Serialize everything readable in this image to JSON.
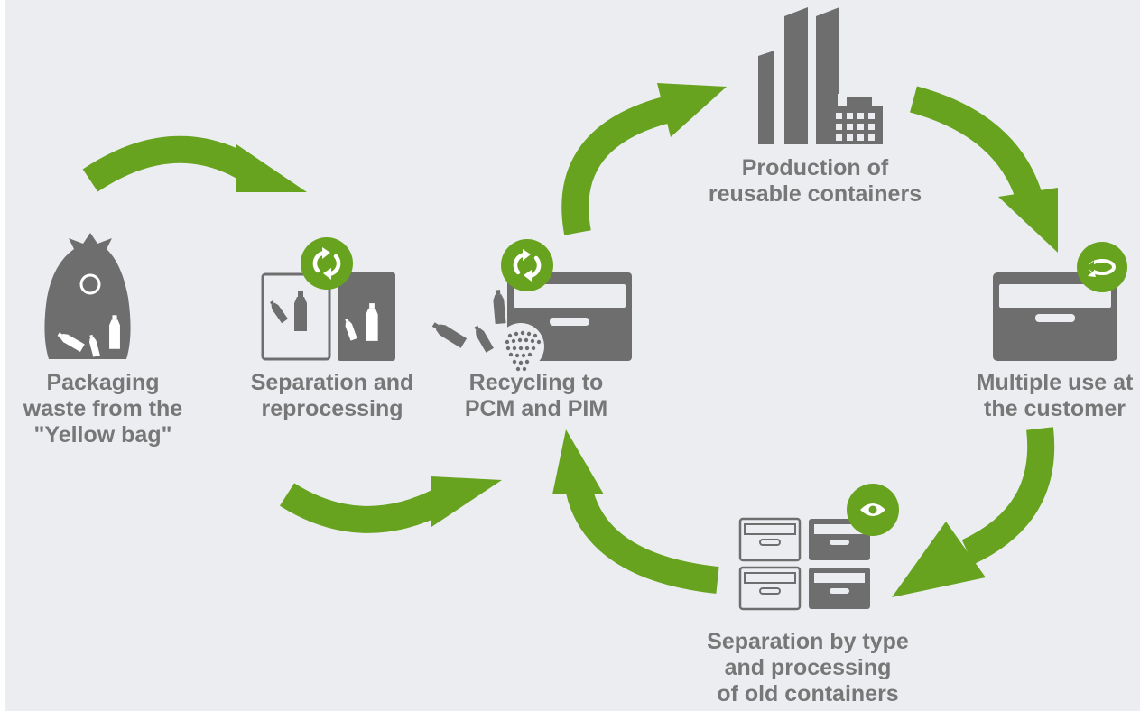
{
  "colors": {
    "background": "#ebedf1",
    "accent_green": "#67a31f",
    "icon_gray": "#6e6e6e",
    "label_gray": "#777777"
  },
  "stages": [
    {
      "id": "yellow-bag",
      "label": "Packaging\nwaste from the\n\"Yellow bag\"",
      "icon": "garbage-bag-icon"
    },
    {
      "id": "separation-reprocessing",
      "label": "Separation and\nreprocessing",
      "icon": "sorted-bottles-icon"
    },
    {
      "id": "recycling",
      "label": "Recycling to\nPCM and PIM",
      "icon": "recycling-container-icon"
    },
    {
      "id": "production",
      "label": "Production of\nreusable containers",
      "icon": "factory-icon"
    },
    {
      "id": "multiple-use",
      "label": "Multiple use at\nthe customer",
      "icon": "container-icon"
    },
    {
      "id": "separation-type",
      "label": "Separation by type\nand processing\nof old containers",
      "icon": "sorted-containers-icon"
    }
  ],
  "badges": [
    {
      "stage": "separation-reprocessing",
      "icon": "recycle-icon"
    },
    {
      "stage": "recycling",
      "icon": "recycle-icon"
    },
    {
      "stage": "multiple-use",
      "icon": "rotate-icon"
    },
    {
      "stage": "separation-type",
      "icon": "eye-icon"
    }
  ],
  "flow": [
    {
      "from": "yellow-bag",
      "to": "separation-reprocessing"
    },
    {
      "from": "separation-reprocessing",
      "to": "recycling"
    },
    {
      "from": "recycling",
      "to": "production"
    },
    {
      "from": "production",
      "to": "multiple-use"
    },
    {
      "from": "multiple-use",
      "to": "separation-type"
    },
    {
      "from": "separation-type",
      "to": "recycling"
    }
  ]
}
